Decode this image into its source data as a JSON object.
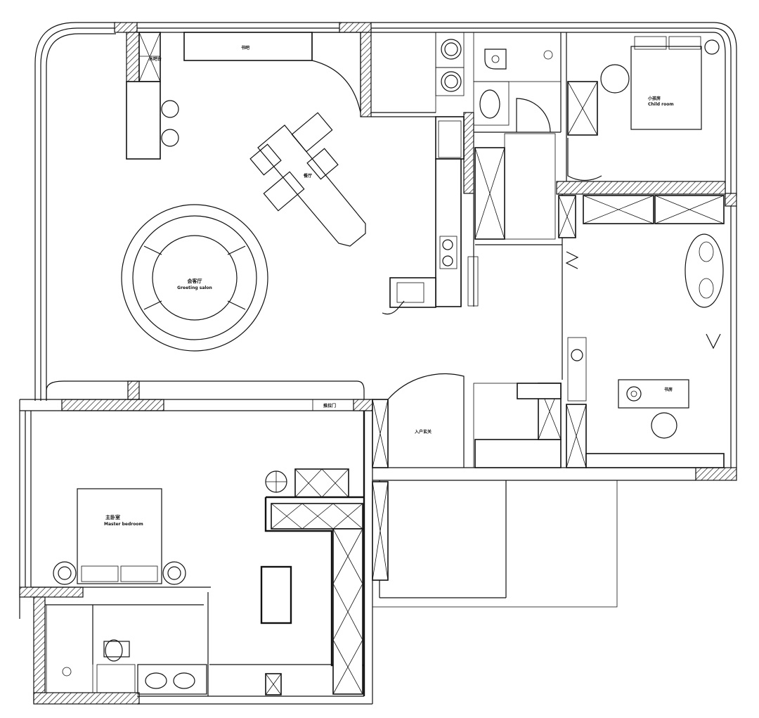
{
  "rooms": {
    "study_room": "书吧",
    "dining_room": "餐厅",
    "living_room": "会客厅",
    "living_room_en": "Greeting salon",
    "water_bar": "水吧台",
    "kids_room": "小孩房",
    "kids_room_en": "Child room",
    "study": "书房",
    "foyer": "入户玄关",
    "sliding_door": "推拉门",
    "master_bedroom": "主卧室",
    "master_bedroom_en": "Master bedroom"
  },
  "colors": {
    "line": "#111111",
    "background": "#ffffff"
  }
}
